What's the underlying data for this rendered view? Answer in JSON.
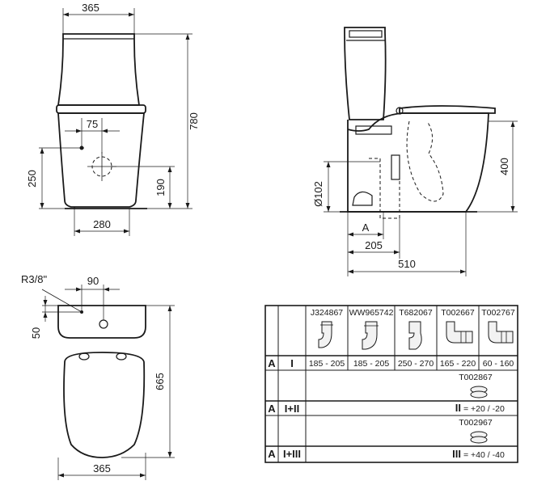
{
  "front_view": {
    "width_top": "365",
    "offset": "75",
    "height_total": "780",
    "height_inlet": "250",
    "height_outlet": "190",
    "base_width": "280"
  },
  "side_view": {
    "diameter": "Ø102",
    "height_seat": "400",
    "label_a": "A",
    "dim_205": "205",
    "dim_510": "510"
  },
  "top_view": {
    "thread": "R3/8\"",
    "offset_90": "90",
    "offset_50": "50",
    "depth": "665",
    "width_bottom": "365"
  },
  "table": {
    "col_a": "A",
    "row1_label": "I",
    "row2_label": "I+II",
    "row3_label": "I+III",
    "fittings": [
      {
        "code": "J324867",
        "range": "185 - 205"
      },
      {
        "code": "WW965742",
        "range": "185 - 205"
      },
      {
        "code": "T682067",
        "range": "250 - 270"
      },
      {
        "code": "T002667",
        "range": "165 - 220"
      },
      {
        "code": "T002767",
        "range": "60 - 160"
      }
    ],
    "ext2_code": "T002867",
    "ext2_label": "II",
    "ext2_value": "= +20 / -20",
    "ext3_code": "T002967",
    "ext3_label": "III",
    "ext3_value": "= +40 / -40"
  }
}
